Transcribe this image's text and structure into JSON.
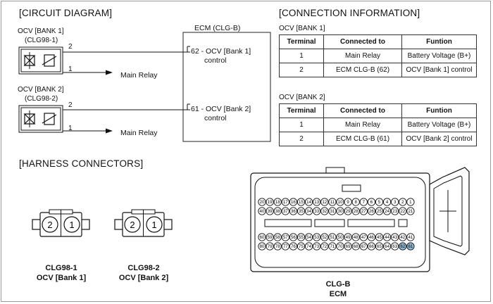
{
  "circuit": {
    "heading": "[CIRCUIT DIAGRAM]",
    "ecm_label": "ECM (CLG-B)",
    "ocv1": {
      "name": "OCV [BANK 1]",
      "connector": "(CLG98-1)",
      "pin2": "2",
      "pin1": "1",
      "target": "Main Relay",
      "ecm_pin": "62 - OCV [Bank 1]",
      "ecm_pin_sub": "control"
    },
    "ocv2": {
      "name": "OCV [BANK 2]",
      "connector": "(CLG98-2)",
      "pin2": "2",
      "pin1": "1",
      "target": "Main Relay",
      "ecm_pin": "61 - OCV [Bank 2]",
      "ecm_pin_sub": "control"
    }
  },
  "connection": {
    "heading": "[CONNECTION INFORMATION]",
    "headers": [
      "Terminal",
      "Connected to",
      "Funtion"
    ],
    "bank1": {
      "title": "OCV [BANK 1]",
      "rows": [
        [
          "1",
          "Main Relay",
          "Battery Voltage (B+)"
        ],
        [
          "2",
          "ECM CLG-B (62)",
          "OCV [Bank 1] control"
        ]
      ]
    },
    "bank2": {
      "title": "OCV [BANK 2]",
      "rows": [
        [
          "1",
          "Main Relay",
          "Battery Voltage (B+)"
        ],
        [
          "2",
          "ECM CLG-B (61)",
          "OCV [Bank 2] control"
        ]
      ]
    }
  },
  "harness": {
    "heading": "[HARNESS CONNECTORS]",
    "conn1": {
      "pins": [
        "2",
        "1"
      ],
      "line1": "CLG98-1",
      "line2": "OCV [Bank 1]"
    },
    "conn2": {
      "pins": [
        "2",
        "1"
      ],
      "line1": "CLG98-2",
      "line2": "OCV [Bank 2]"
    },
    "ecm": {
      "line1": "CLG-B",
      "line2": "ECM",
      "row1": [
        "20",
        "19",
        "18",
        "17",
        "16",
        "15",
        "14",
        "13",
        "12",
        "11",
        "10",
        "9",
        "8",
        "7",
        "6",
        "5",
        "4",
        "3",
        "2",
        "1"
      ],
      "row2": [
        "40",
        "39",
        "38",
        "37",
        "36",
        "35",
        "34",
        "33",
        "32",
        "31",
        "30",
        "29",
        "28",
        "27",
        "26",
        "25",
        "24",
        "23",
        "22",
        "21"
      ],
      "row3": [
        "60",
        "59",
        "58",
        "57",
        "56",
        "55",
        "54",
        "53",
        "52",
        "51",
        "50",
        "49",
        "48",
        "47",
        "46",
        "45",
        "44",
        "43",
        "42",
        "41"
      ],
      "row4": [
        "80",
        "79",
        "78",
        "77",
        "76",
        "75",
        "74",
        "73",
        "72",
        "71",
        "70",
        "69",
        "68",
        "67",
        "66",
        "65",
        "64",
        "63",
        "62",
        "61"
      ],
      "highlight": [
        "62",
        "61"
      ],
      "highlight_color": "#8fb8d6"
    }
  }
}
